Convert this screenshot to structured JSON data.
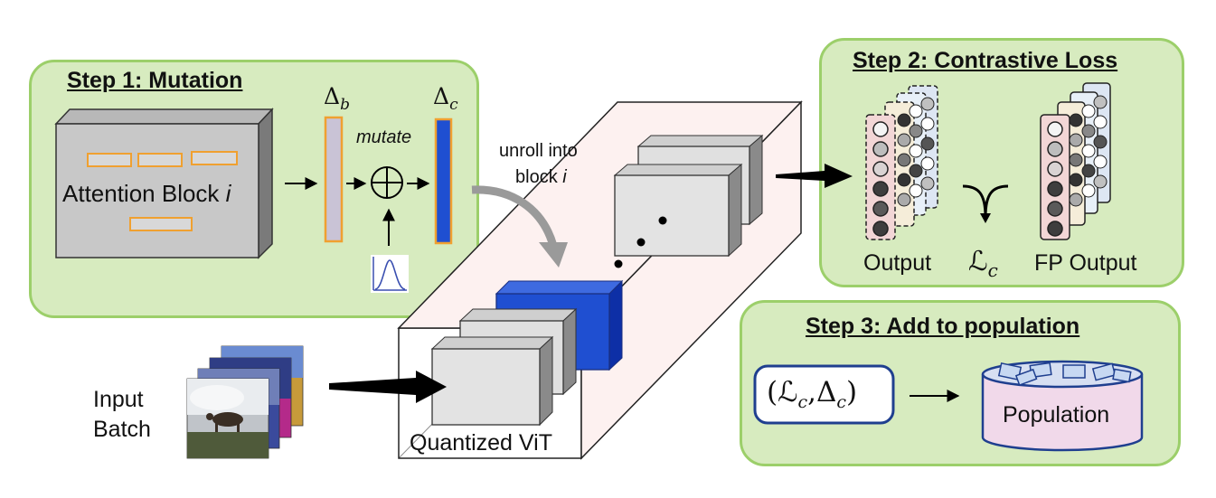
{
  "step1": {
    "title": "Step 1: Mutation",
    "block_text": "Attention Block ",
    "block_index": "i",
    "delta_b": "Δ",
    "delta_b_sub": "b",
    "delta_c": "Δ",
    "delta_c_sub": "c",
    "mutate": "mutate"
  },
  "center": {
    "unroll_line1": "unroll into",
    "unroll_line2": "block ",
    "unroll_index": "i",
    "model_label": "Quantized ViT"
  },
  "input": {
    "line1": "Input",
    "line2": "Batch"
  },
  "step2": {
    "title": "Step 2: Contrastive Loss",
    "output_label": "Output",
    "loss_symbol": "ℒ",
    "loss_sub": "c",
    "fp_output_label": "FP Output"
  },
  "step3": {
    "title": "Step 3: Add to population",
    "tuple_open": "(",
    "tuple_loss": "ℒ",
    "tuple_loss_sub": "c",
    "tuple_comma": ",",
    "tuple_delta": "Δ",
    "tuple_delta_sub": "c",
    "tuple_close": ")",
    "population_label": "Population"
  },
  "colors": {
    "panel_fill": "#d7ebbf",
    "panel_border": "#9ccf6a",
    "highlight_block": "#1f4fd1",
    "delta_b_fill": "#c9c3d6",
    "delta_c_fill": "#1f4fd1",
    "accent_orange": "#f0a030",
    "population_fill": "#f1d9ea"
  }
}
